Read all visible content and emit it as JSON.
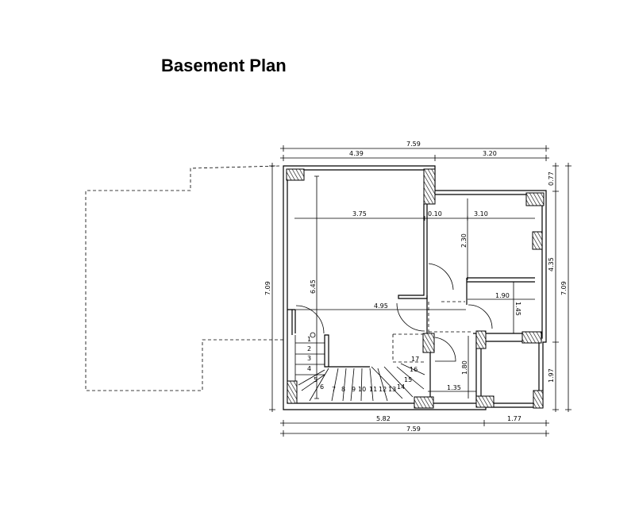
{
  "title": "Basement Plan",
  "dimensions": {
    "top_total": "7.59",
    "top_left": "4.39",
    "top_right": "3.20",
    "left_total": "7.09",
    "right_top": "0.77",
    "right_mid": "4.35",
    "right_bottom": "1.97",
    "right_total": "7.09",
    "bottom_left": "5.82",
    "bottom_right": "1.77",
    "bottom_total": "7.59",
    "room_width": "3.75",
    "wall": "0.10",
    "room2_width": "3.10",
    "room2_depth": "2.30",
    "main_depth": "6.45",
    "main_width": "4.95",
    "corridor_width": "1.90",
    "corridor_depth": "1.45",
    "small_depth": "1.80",
    "small_width": "1.35"
  },
  "stair_steps": [
    "1",
    "2",
    "3",
    "4",
    "5",
    "6",
    "7",
    "8",
    "9",
    "10",
    "11",
    "12",
    "13",
    "14",
    "15",
    "16",
    "17"
  ]
}
